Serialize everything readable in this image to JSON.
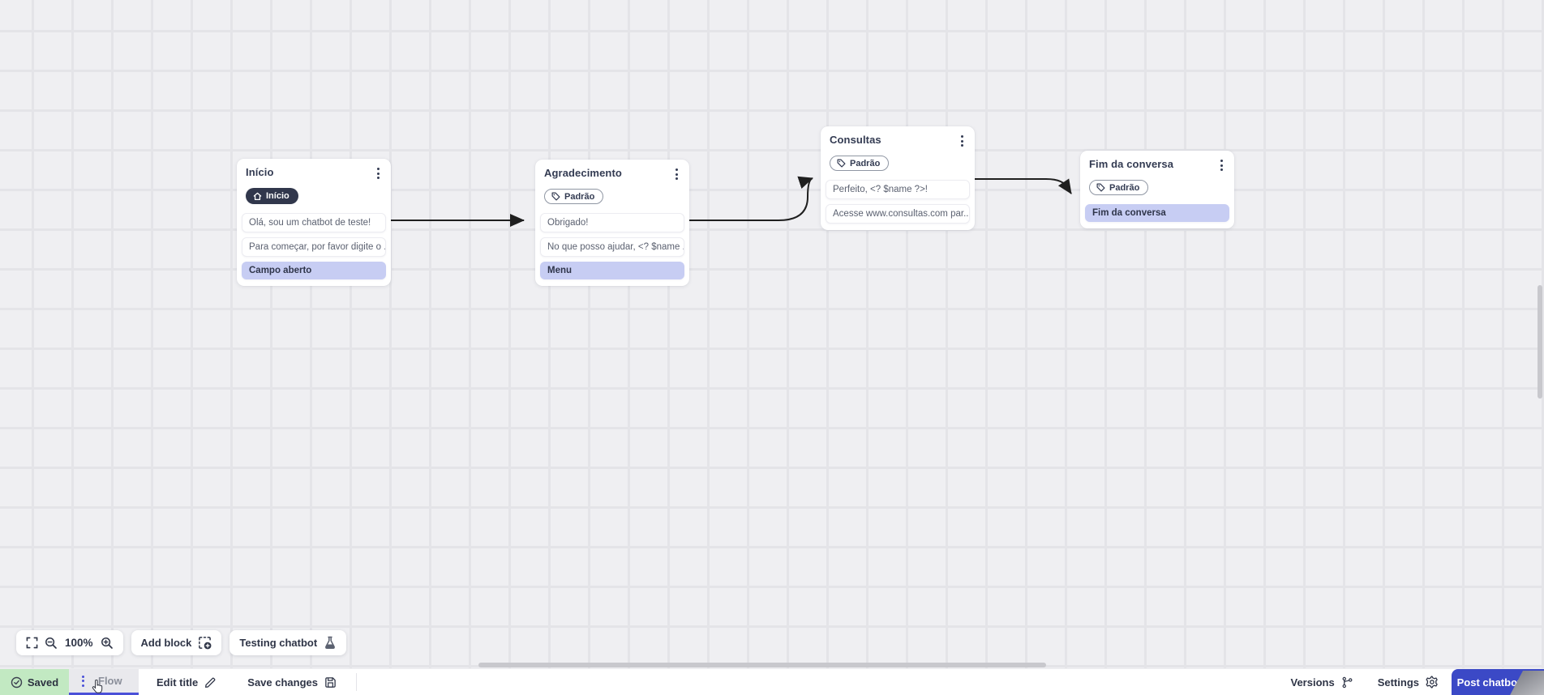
{
  "flow": {
    "nodes": [
      {
        "title": "Início",
        "badge": "Início",
        "messages": [
          "Olá, sou um chatbot de teste!",
          "Para começar, por favor digite o ..."
        ],
        "action": "Campo aberto"
      },
      {
        "title": "Agradecimento",
        "tag": "Padrão",
        "messages": [
          "Obrigado!",
          "No que posso ajudar, <? $name ..."
        ],
        "action": "Menu"
      },
      {
        "title": "Consultas",
        "tag": "Padrão",
        "messages": [
          "Perfeito, <? $name ?>!",
          "Acesse www.consultas.com par..."
        ]
      },
      {
        "title": "Fim da conversa",
        "tag": "Padrão",
        "action": "Fim da conversa"
      }
    ]
  },
  "toolbar": {
    "zoom_level": "100%",
    "add_block_label": "Add block",
    "testing_chatbot_label": "Testing chatbot"
  },
  "statusbar": {
    "saved_label": "Saved",
    "flow_tab_label": "Flow",
    "edit_title_label": "Edit title",
    "save_changes_label": "Save changes",
    "versions_label": "Versions",
    "settings_label": "Settings",
    "post_chatbot_label": "Post chatbot"
  },
  "colors": {
    "accent_blue": "#3b49c6",
    "tab_underline": "#4a50d8",
    "saved_green_bg": "#c2e9c2",
    "action_lavender": "#c7cdf3",
    "node_dark_badge": "#31374c",
    "edge": "#1f1f1f"
  }
}
